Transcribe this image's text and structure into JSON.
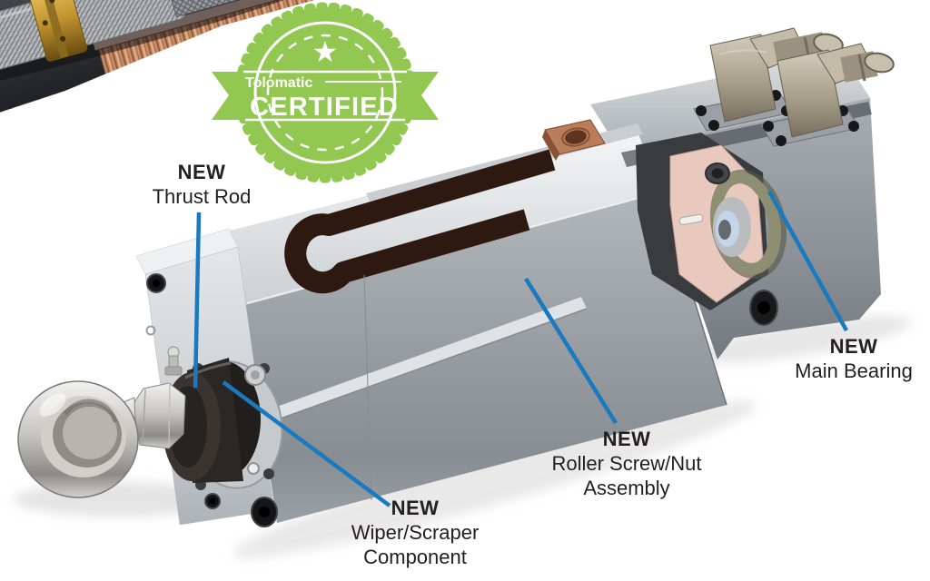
{
  "badge": {
    "brand": "Tolomatic",
    "label": "CERTIFIED",
    "star_glyph": "★",
    "color_green": "#92c752"
  },
  "callouts": {
    "thrust_rod": {
      "tag": "NEW",
      "lines": [
        "Thrust Rod"
      ]
    },
    "wiper_scraper": {
      "tag": "NEW",
      "lines": [
        "Wiper/Scraper",
        "Component"
      ]
    },
    "roller_screw": {
      "tag": "NEW",
      "lines": [
        "Roller Screw/Nut",
        "Assembly"
      ]
    },
    "main_bearing": {
      "tag": "NEW",
      "lines": [
        "Main Bearing"
      ]
    }
  },
  "colors": {
    "callout_line": "#197abf",
    "callout_text": "#231f20",
    "badge_green": "#92c752",
    "background": "#ffffff"
  }
}
